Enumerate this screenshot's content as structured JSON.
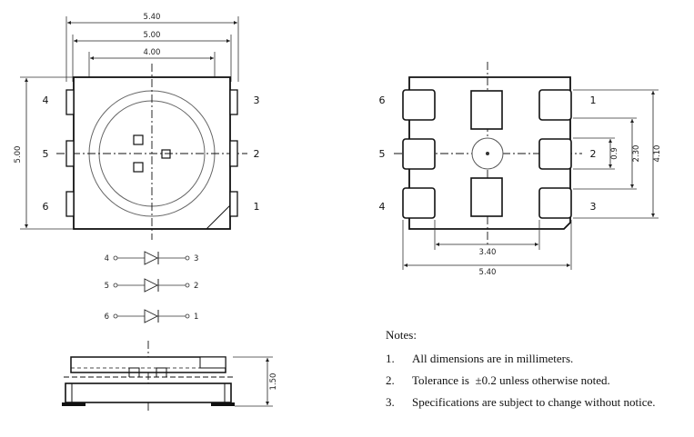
{
  "front_view": {
    "dims": {
      "overall_width": "5.40",
      "body_width": "5.00",
      "lens_width": "4.00",
      "body_height": "5.00"
    },
    "pins": [
      "4",
      "5",
      "6",
      "3",
      "2",
      "1"
    ]
  },
  "bottom_view": {
    "dims": {
      "pad_pitch": "0.9",
      "pad_span": "2.30",
      "overall_height": "4.10",
      "pad_width_span": "3.40",
      "overall_width": "5.40"
    },
    "pins": [
      "6",
      "5",
      "4",
      "1",
      "2",
      "3"
    ]
  },
  "side_view": {
    "height": "1.50"
  },
  "schematic": {
    "rows": [
      {
        "anode": "4",
        "cathode": "3"
      },
      {
        "anode": "5",
        "cathode": "2"
      },
      {
        "anode": "6",
        "cathode": "1"
      }
    ]
  },
  "notes": {
    "title": "Notes:",
    "items": [
      {
        "num": "1.",
        "text": "All dimensions are in millimeters."
      },
      {
        "num": "2.",
        "text": "Tolerance is  ±0.2 unless otherwise noted."
      },
      {
        "num": "3.",
        "text": "Specifications are subject to change without notice."
      }
    ]
  }
}
